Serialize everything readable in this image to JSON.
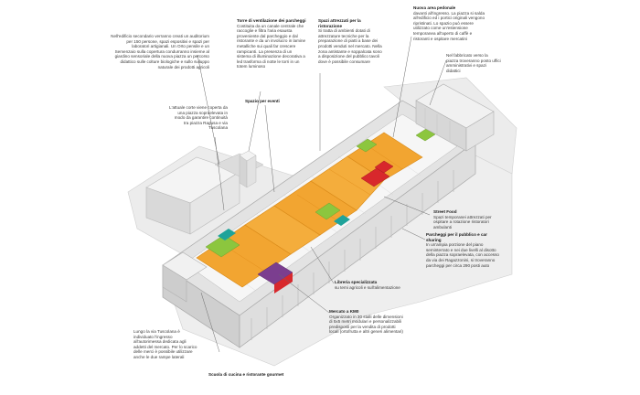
{
  "annotations": {
    "auditorium": {
      "body": "Nell'edificio secondario verranno creati un auditorium per 150 persone, spazi espositivi e spazi per laboratori artigianali. Un Orto pensile e un Semenzaio sulla copertura condurranno insieme al giardino sensoriale della nuova piazza un percorso didattico sulle colture biologiche e sullo sviluppo naturale dei prodotti agricoli"
    },
    "torre": {
      "title": "Torre di ventilazione dei parcheggi",
      "body": "Costituita da un canale centrale che raccoglie e filtra l'aria esausta proveniente dal parcheggio e dal ristorante e da un involucro in lamine metalliche sui quali far crescere rampicanti. La presenza di un sistema di illuminazione decorativa a led trasforma di notte le torri in un totem luminoso"
    },
    "spazi_ristorazione": {
      "title": "Spazi attrezzati per la ristorazione",
      "body": "Si tratta di ambienti dotati di attrezzature tecniche per la preparazione di piatti a base dei prodotti venduti nel mercato. Nella zona antistante e soppalcata sono a disposizione del pubblico tavoli dove è possibile consumare"
    },
    "area_pedonale": {
      "title": "Nuova area pedonale",
      "body": "davanti all'ingresso. La piazza si salda all'edificio ed i portici originali vengono ripristinati. Lo spazio può essere utilizzato come un'estensione temporanea all'aperto di caffè e ristoranti e ospitare mercatini"
    },
    "fabbricato": {
      "body": "Nel fabbricato verso la piazza troveranno posto uffici amministrativi e spazi didattici"
    },
    "copertura": {
      "body": "L'attuale corte viene coperta da una piazza sopraelevata in modo da garantire continuità tra piazza Ragusa e via Tuscolana"
    },
    "spazio_eventi": {
      "title": "Spazio per eventi"
    },
    "street_food": {
      "title": "Street Food",
      "body": "Spazi temporanei attrezzati per ospitare a rotazione ristoratori ambulanti"
    },
    "parcheggi": {
      "title": "Parcheggi per il pubblico e car sharing",
      "body": "In un'ampia porzione del piano seminterrato e nei due livelli al disotto della piazza sopraelevata, con accesso da via dei Ragazzonini, si troveranno parcheggi per circa 290 posti auto"
    },
    "libreria": {
      "title": "Libreria specializzata",
      "body": "su temi agricoli e sull'alimentazione"
    },
    "mercato": {
      "title": "Mercato a KM0",
      "body": "Organizzato in 30 stalli delle dimensioni di 5x5 metri modulari e personalizzabili predisposti per la vendita di prodotti locali (ortofrutta e altri generi alimentari)"
    },
    "autorimessa": {
      "body": "Lungo la via Tuscolana è individuato l'ingresso all'autorimessa dedicata agli addetti del mercato. Per lo scarico delle merci è possibile utilizzare anche le due rampe laterali"
    },
    "scuola": {
      "title": "Scuola di cucina e ristorante gourmet"
    }
  },
  "colors": {
    "ground": "#ebebeb",
    "building": "#ededed",
    "building_shade": "#d2d2d2",
    "orange": "#f2a531",
    "orange_dark": "#e08a17",
    "green": "#8cc63e",
    "purple": "#7b3e8f",
    "red": "#d8282c",
    "teal": "#1fa39a",
    "leader": "#6a6a6a"
  }
}
